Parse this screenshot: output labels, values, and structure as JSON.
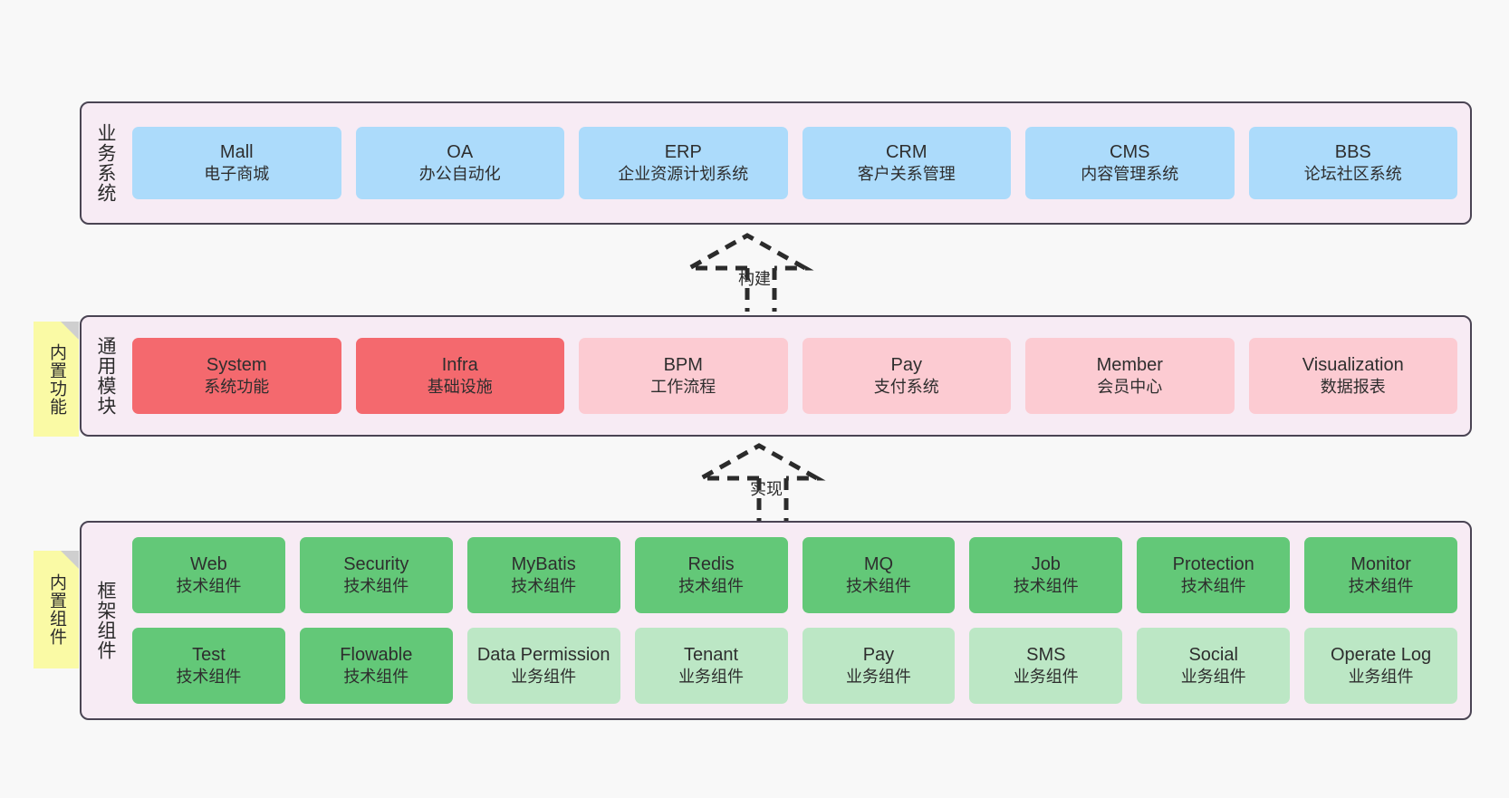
{
  "diagram": {
    "background_color": "#f8f8f8",
    "panel_color": "#f7ebf4",
    "panel_border_color": "#4a4453",
    "sticky_color": "#fafaa5",
    "colors": {
      "blue": "#acdbfb",
      "red": "#f4696e",
      "pink": "#fccbd2",
      "green": "#63c878",
      "light_green": "#bce7c5"
    }
  },
  "layers": {
    "business": {
      "title": "业务系统",
      "cards": [
        {
          "name": "Mall",
          "desc": "电子商城",
          "color": "blue"
        },
        {
          "name": "OA",
          "desc": "办公自动化",
          "color": "blue"
        },
        {
          "name": "ERP",
          "desc": "企业资源计划系统",
          "color": "blue"
        },
        {
          "name": "CRM",
          "desc": "客户关系管理",
          "color": "blue"
        },
        {
          "name": "CMS",
          "desc": "内容管理系统",
          "color": "blue"
        },
        {
          "name": "BBS",
          "desc": "论坛社区系统",
          "color": "blue"
        }
      ]
    },
    "common": {
      "title": "通用模块",
      "sticky": "内置功能",
      "cards": [
        {
          "name": "System",
          "desc": "系统功能",
          "color": "red"
        },
        {
          "name": "Infra",
          "desc": "基础设施",
          "color": "red"
        },
        {
          "name": "BPM",
          "desc": "工作流程",
          "color": "pink"
        },
        {
          "name": "Pay",
          "desc": "支付系统",
          "color": "pink"
        },
        {
          "name": "Member",
          "desc": "会员中心",
          "color": "pink"
        },
        {
          "name": "Visualization",
          "desc": "数据报表",
          "color": "pink"
        }
      ]
    },
    "framework": {
      "title": "框架组件",
      "sticky": "内置组件",
      "row1": [
        {
          "name": "Web",
          "desc": "技术组件",
          "color": "green"
        },
        {
          "name": "Security",
          "desc": "技术组件",
          "color": "green"
        },
        {
          "name": "MyBatis",
          "desc": "技术组件",
          "color": "green"
        },
        {
          "name": "Redis",
          "desc": "技术组件",
          "color": "green"
        },
        {
          "name": "MQ",
          "desc": "技术组件",
          "color": "green"
        },
        {
          "name": "Job",
          "desc": "技术组件",
          "color": "green"
        },
        {
          "name": "Protection",
          "desc": "技术组件",
          "color": "green"
        },
        {
          "name": "Monitor",
          "desc": "技术组件",
          "color": "green"
        }
      ],
      "row2": [
        {
          "name": "Test",
          "desc": "技术组件",
          "color": "green"
        },
        {
          "name": "Flowable",
          "desc": "技术组件",
          "color": "green"
        },
        {
          "name": "Data Permission",
          "desc": "业务组件",
          "color": "light_green"
        },
        {
          "name": "Tenant",
          "desc": "业务组件",
          "color": "light_green"
        },
        {
          "name": "Pay",
          "desc": "业务组件",
          "color": "light_green"
        },
        {
          "name": "SMS",
          "desc": "业务组件",
          "color": "light_green"
        },
        {
          "name": "Social",
          "desc": "业务组件",
          "color": "light_green"
        },
        {
          "name": "Operate Log",
          "desc": "业务组件",
          "color": "light_green"
        }
      ]
    }
  },
  "connectors": {
    "build": {
      "label": "构建",
      "icon": "generalization-arrow-icon"
    },
    "implement": {
      "label": "实现",
      "icon": "generalization-arrow-icon"
    }
  }
}
